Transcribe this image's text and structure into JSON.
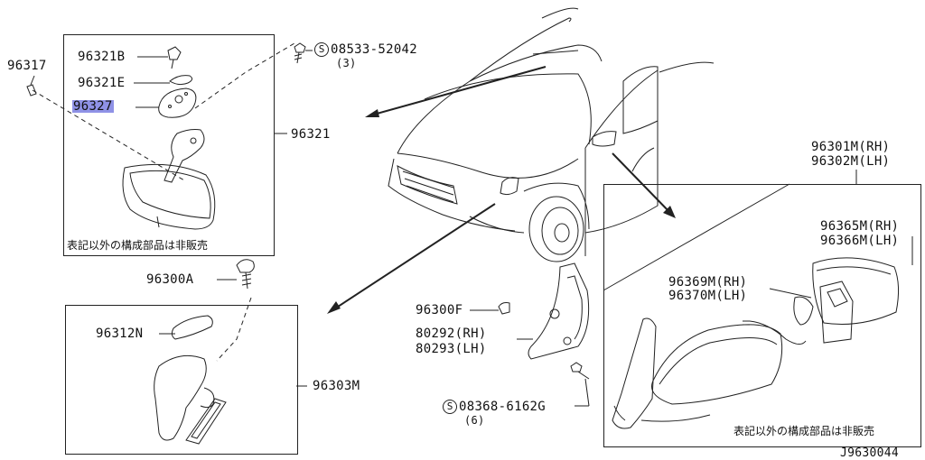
{
  "labels": {
    "p96321B": "96321B",
    "p96321E": "96321E",
    "p96327": "96327",
    "p96317": "96317",
    "p96321": "96321",
    "s08533": "08533-52042",
    "s08533_qty": "(3)",
    "p96300A": "96300A",
    "p96312N": "96312N",
    "p96303M": "96303M",
    "p96300F": "96300F",
    "p80292": "80292(RH)",
    "p80293": "80293(LH)",
    "s08368": "08368-6162G",
    "s08368_qty": "(6)",
    "p96301M": "96301M(RH)",
    "p96302M": "96302M(LH)",
    "p96365M": "96365M(RH)",
    "p96366M": "96366M(LH)",
    "p96369M": "96369M(RH)",
    "p96370M": "96370M(LH)",
    "note_left": "表記以外の構成部品は非販売",
    "note_right": "表記以外の構成部品は非販売",
    "drawing_no": "J9630044",
    "screw_symbol": "S"
  },
  "highlight_color": "#8f92e6"
}
